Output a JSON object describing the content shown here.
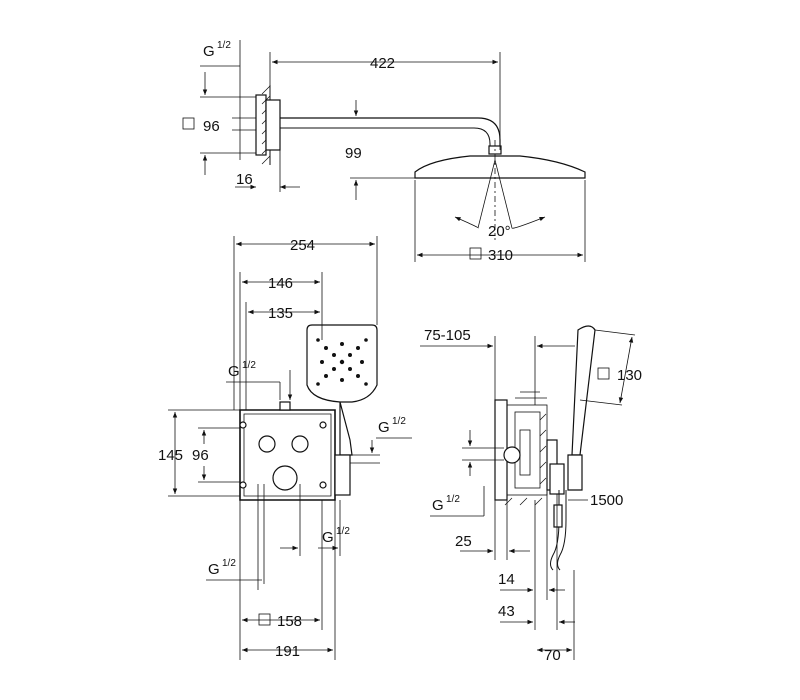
{
  "diagram": {
    "ceiling_shower": {
      "thread_label": "G",
      "thread_fraction": "1/2",
      "arm_length": "422",
      "square_flange": "96",
      "drop": "99",
      "wall_offset": "16",
      "tilt_angle": "20°",
      "head_size": "310"
    },
    "concealed_box": {
      "width_total": "254",
      "width_146": "146",
      "width_135": "135",
      "thread_top": "1/2",
      "height_145": "145",
      "height_96": "96",
      "thread_side": "1/2",
      "thread_bottom_left": "1/2",
      "thread_bottom_right": "1/2",
      "square_158": "158",
      "width_191": "191",
      "thread_label": "G"
    },
    "side_view": {
      "depth_range": "75-105",
      "hand_shower_size": "130",
      "hose_length": "1500",
      "thread_label": "G",
      "thread_fraction": "1/2",
      "dim_25": "25",
      "dim_14": "14",
      "dim_43": "43",
      "dim_70": "70"
    }
  }
}
